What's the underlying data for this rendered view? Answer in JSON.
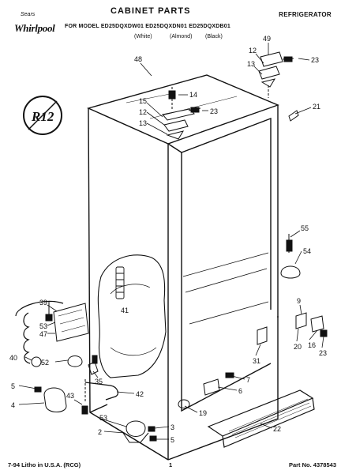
{
  "header": {
    "brand_small": "Sears",
    "brand": "Whirlpool",
    "title": "CABINET PARTS",
    "category": "REFRIGERATOR",
    "models": "FOR MODEL ED25DQXDW01 ED25DQXDN01 ED25DQXDB01",
    "colors": [
      "(White)",
      "(Almond)",
      "(Black)"
    ]
  },
  "badge": {
    "text": "R12"
  },
  "callouts": {
    "c48": "48",
    "c49": "49",
    "c12a": "12",
    "c13a": "13",
    "c23a": "23",
    "c14": "14",
    "c15": "15",
    "c12b": "12",
    "c13b": "13",
    "c23b": "23",
    "c21": "21",
    "c55": "55",
    "c54": "54",
    "c41": "41",
    "c39": "39",
    "c53a": "53",
    "c47": "47",
    "c9": "9",
    "c20": "20",
    "c16": "16",
    "c23c": "23",
    "c31": "31",
    "c40": "40",
    "c52": "52",
    "c35": "35",
    "c7": "7",
    "c6": "6",
    "c5a": "5",
    "c4": "4",
    "c42": "42",
    "c43": "43",
    "c19": "19",
    "c53b": "53",
    "c2": "2",
    "c3": "3",
    "c5b": "5",
    "c22": "22"
  },
  "footer": {
    "left": "7-94 Litho in U.S.A. (RCG)",
    "page": "1",
    "part_no": "Part No. 4378543"
  }
}
